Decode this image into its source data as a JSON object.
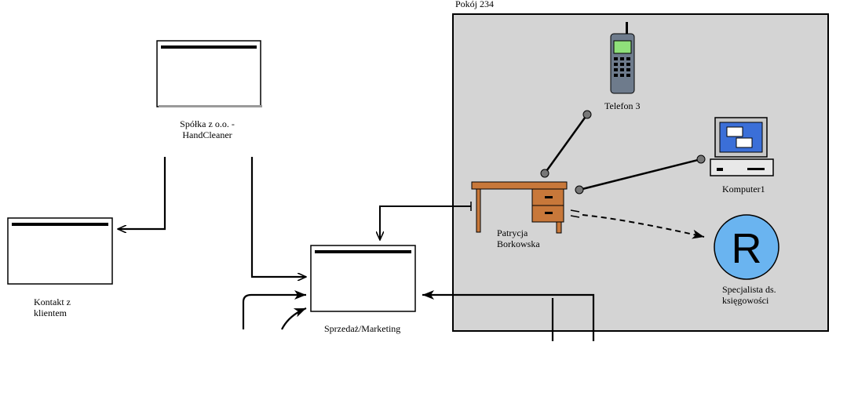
{
  "room": {
    "title": "Pokój 234"
  },
  "units": {
    "company": {
      "line1": "Spółka z o.o. -",
      "line2": "HandCleaner"
    },
    "contact": {
      "line1": "Kontakt z",
      "line2": "klientem"
    },
    "sales": {
      "label": "Sprzedaż/Marketing"
    }
  },
  "resources": {
    "phone": {
      "label": "Telefon 3"
    },
    "computer": {
      "label": "Komputer1"
    },
    "person": {
      "line1": "Patrycja",
      "line2": "Borkowska"
    },
    "role": {
      "line1": "Specjalista ds.",
      "line2": "księgowości",
      "letter": "R"
    }
  },
  "colors": {
    "room_fill": "#d4d4d4",
    "desk": "#c8783a",
    "phone_screen": "#8fe07a",
    "computer_screen": "#3b6fd8",
    "role_circle": "#6ab4f0"
  },
  "icons": [
    "phone-icon",
    "computer-icon",
    "desk-icon",
    "role-circle-icon"
  ]
}
